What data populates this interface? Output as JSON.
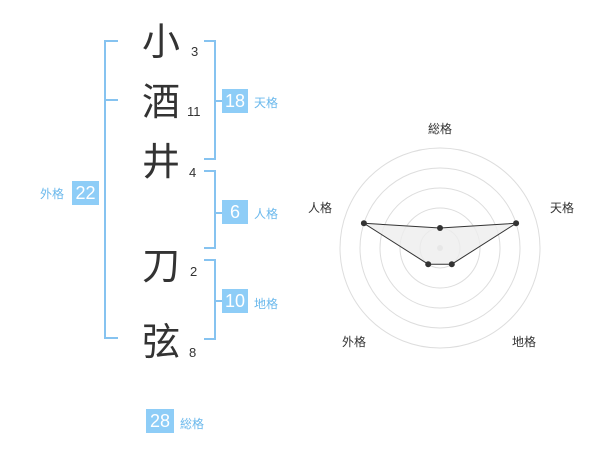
{
  "name": {
    "characters": [
      {
        "char": "小",
        "strokes": "3"
      },
      {
        "char": "酒",
        "strokes": "11"
      },
      {
        "char": "井",
        "strokes": "4"
      },
      {
        "char": "刀",
        "strokes": "2"
      },
      {
        "char": "弦",
        "strokes": "8"
      }
    ]
  },
  "fortune": {
    "tenkaku": {
      "value": "18",
      "label": "天格"
    },
    "jinkaku": {
      "value": "6",
      "label": "人格"
    },
    "chikaku": {
      "value": "10",
      "label": "地格"
    },
    "gaikaku": {
      "value": "22",
      "label": "外格"
    },
    "soukaku": {
      "value": "28",
      "label": "総格"
    }
  },
  "radar": {
    "axes": [
      "総格",
      "天格",
      "地格",
      "外格",
      "人格"
    ],
    "values": [
      1,
      4,
      1,
      1,
      4
    ],
    "max": 5,
    "colors": {
      "rings": "#dddddd",
      "fill": "#eeeeee",
      "stroke": "#333333",
      "center": "#cccccc"
    }
  },
  "colors": {
    "accent": "#8ecdf7",
    "bracket": "#86c3f0",
    "label": "#6ab8ec"
  }
}
